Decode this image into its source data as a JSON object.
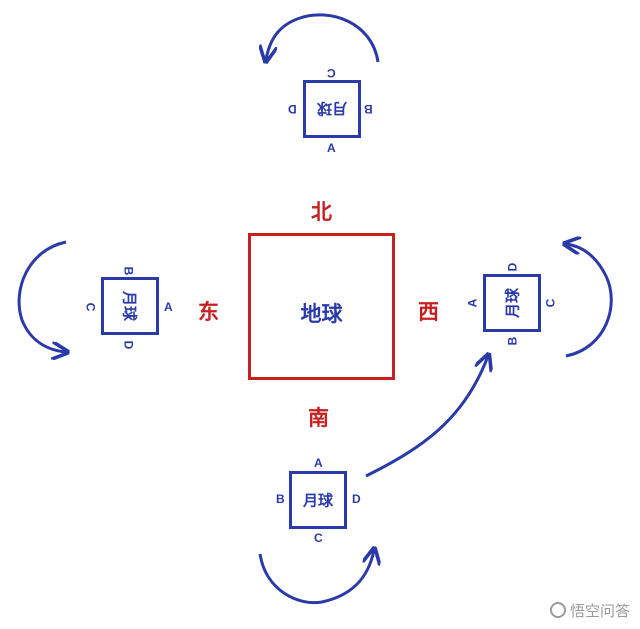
{
  "earth": {
    "label": "地球"
  },
  "directions": {
    "north": "北",
    "south": "南",
    "east": "东",
    "west": "西"
  },
  "moons": {
    "north": {
      "label": "月球",
      "top": "C",
      "right": "B",
      "bottom": "A",
      "left": "D"
    },
    "east": {
      "label": "月球",
      "top": "B",
      "right": "A",
      "bottom": "D",
      "left": "C"
    },
    "west": {
      "label": "月球",
      "top": "D",
      "right": "C",
      "bottom": "B",
      "left": "A"
    },
    "south": {
      "label": "月球",
      "top": "A",
      "right": "D",
      "bottom": "C",
      "left": "B"
    }
  },
  "watermark": {
    "text": "悟空问答"
  },
  "colors": {
    "earth": "#c62020",
    "moon": "#2a3aa8",
    "arrow": "#2a3aa8"
  }
}
